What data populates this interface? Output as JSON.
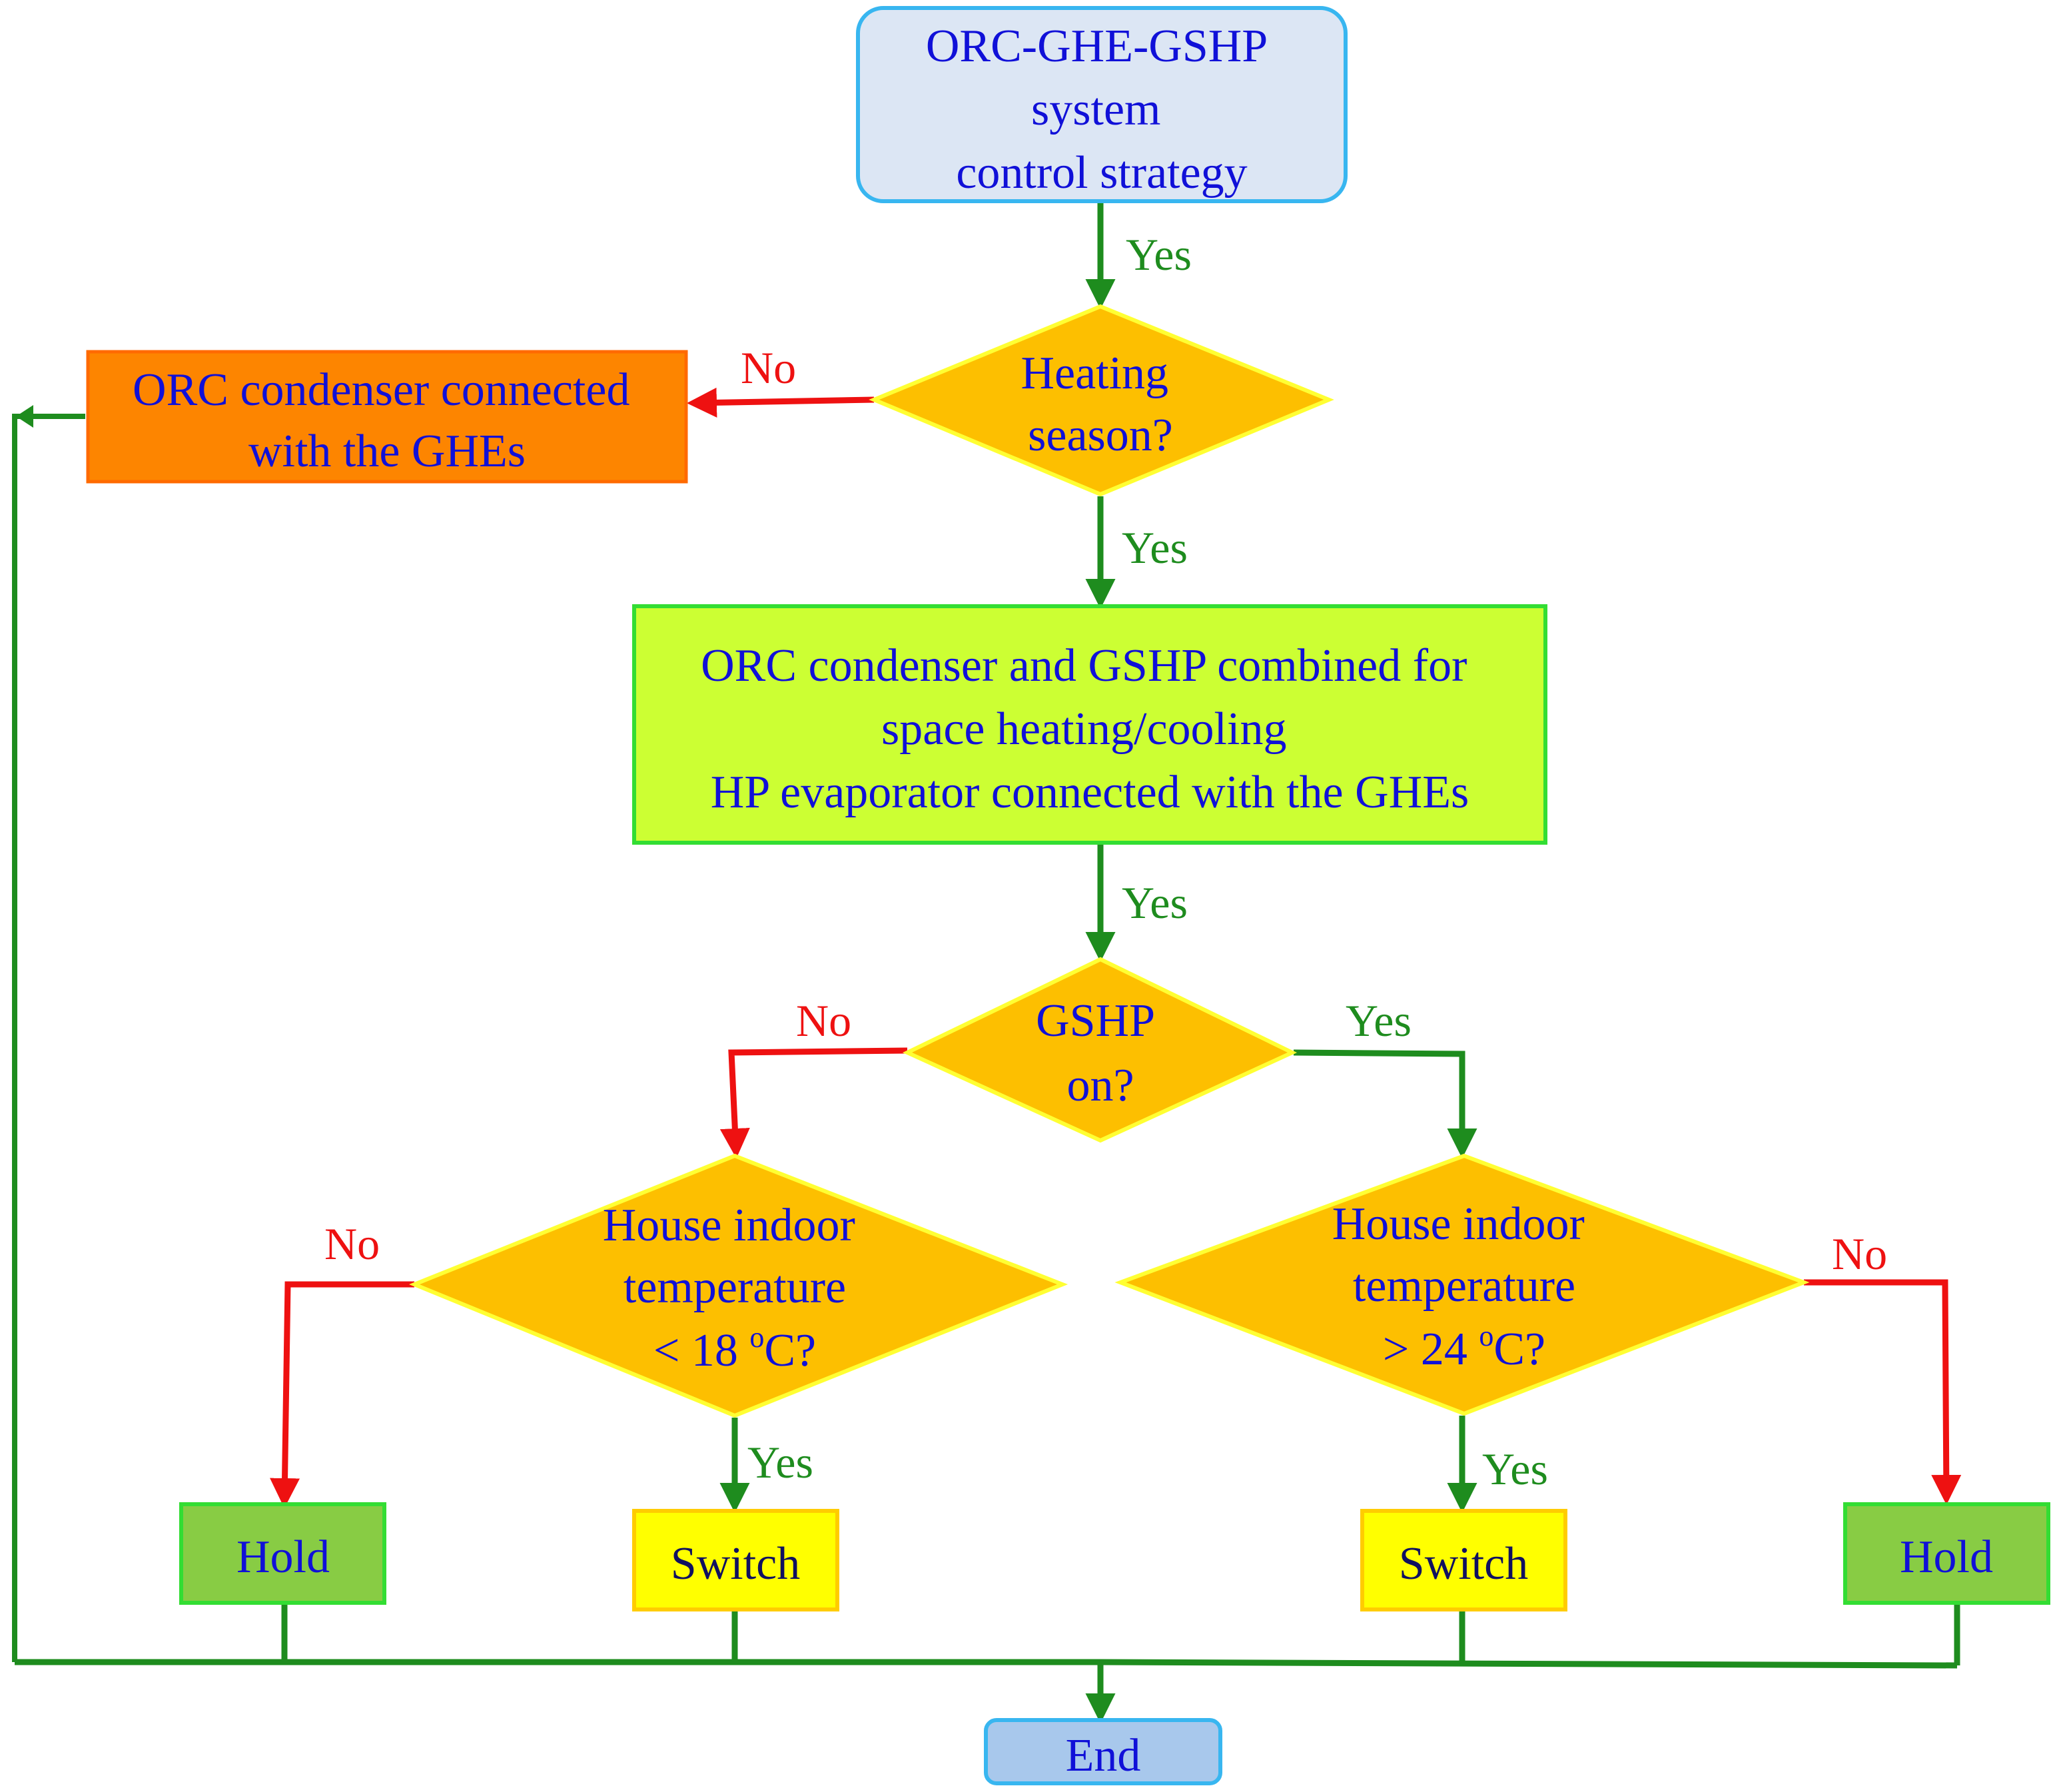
{
  "nodes": {
    "start": {
      "lines": [
        "ORC-GHE-GSHP",
        "system",
        "control strategy"
      ]
    },
    "heating_decision": {
      "lines": [
        "Heating",
        "season?"
      ]
    },
    "orc_ghe_box": {
      "lines": [
        "ORC condenser connected",
        "with the GHEs"
      ]
    },
    "combined_box": {
      "lines": [
        "ORC condenser and GSHP combined for",
        "space heating/cooling",
        "HP evaporator connected with the GHEs"
      ]
    },
    "gshp_decision": {
      "lines": [
        "GSHP",
        "on?"
      ]
    },
    "left_temp_decision": {
      "lines": [
        "House indoor",
        "temperature",
        "< 18 ",
        "C?"
      ],
      "superscript": "o"
    },
    "right_temp_decision": {
      "lines": [
        "House indoor",
        "temperature",
        "> 24 ",
        "C?"
      ],
      "superscript": "o"
    },
    "hold_left": {
      "label": "Hold"
    },
    "switch_left": {
      "label": "Switch"
    },
    "switch_right": {
      "label": "Switch"
    },
    "hold_right": {
      "label": "Hold"
    },
    "end": {
      "label": "End"
    }
  },
  "edge_labels": {
    "yes_start": "Yes",
    "no_heating": "No",
    "yes_heating": "Yes",
    "yes_combined": "Yes",
    "no_gshp": "No",
    "yes_gshp": "Yes",
    "no_left_temp": "No",
    "yes_left_temp": "Yes",
    "yes_right_temp": "Yes",
    "no_right_temp": "No"
  },
  "colors": {
    "yes_line": "#1e8c1e",
    "no_line": "#ee1111",
    "text": "#1010d8",
    "start_fill": "#dce6f4",
    "start_stroke": "#38b6f0",
    "decision_fill": "#fdbf00",
    "decision_stroke": "#ffff33",
    "orange_fill": "#fd8500",
    "lime_fill": "#ccff33",
    "lime_stroke": "#33dd33",
    "hold_fill": "#88cc44",
    "switch_fill": "#ffff00",
    "end_fill": "#a8c8ec"
  }
}
